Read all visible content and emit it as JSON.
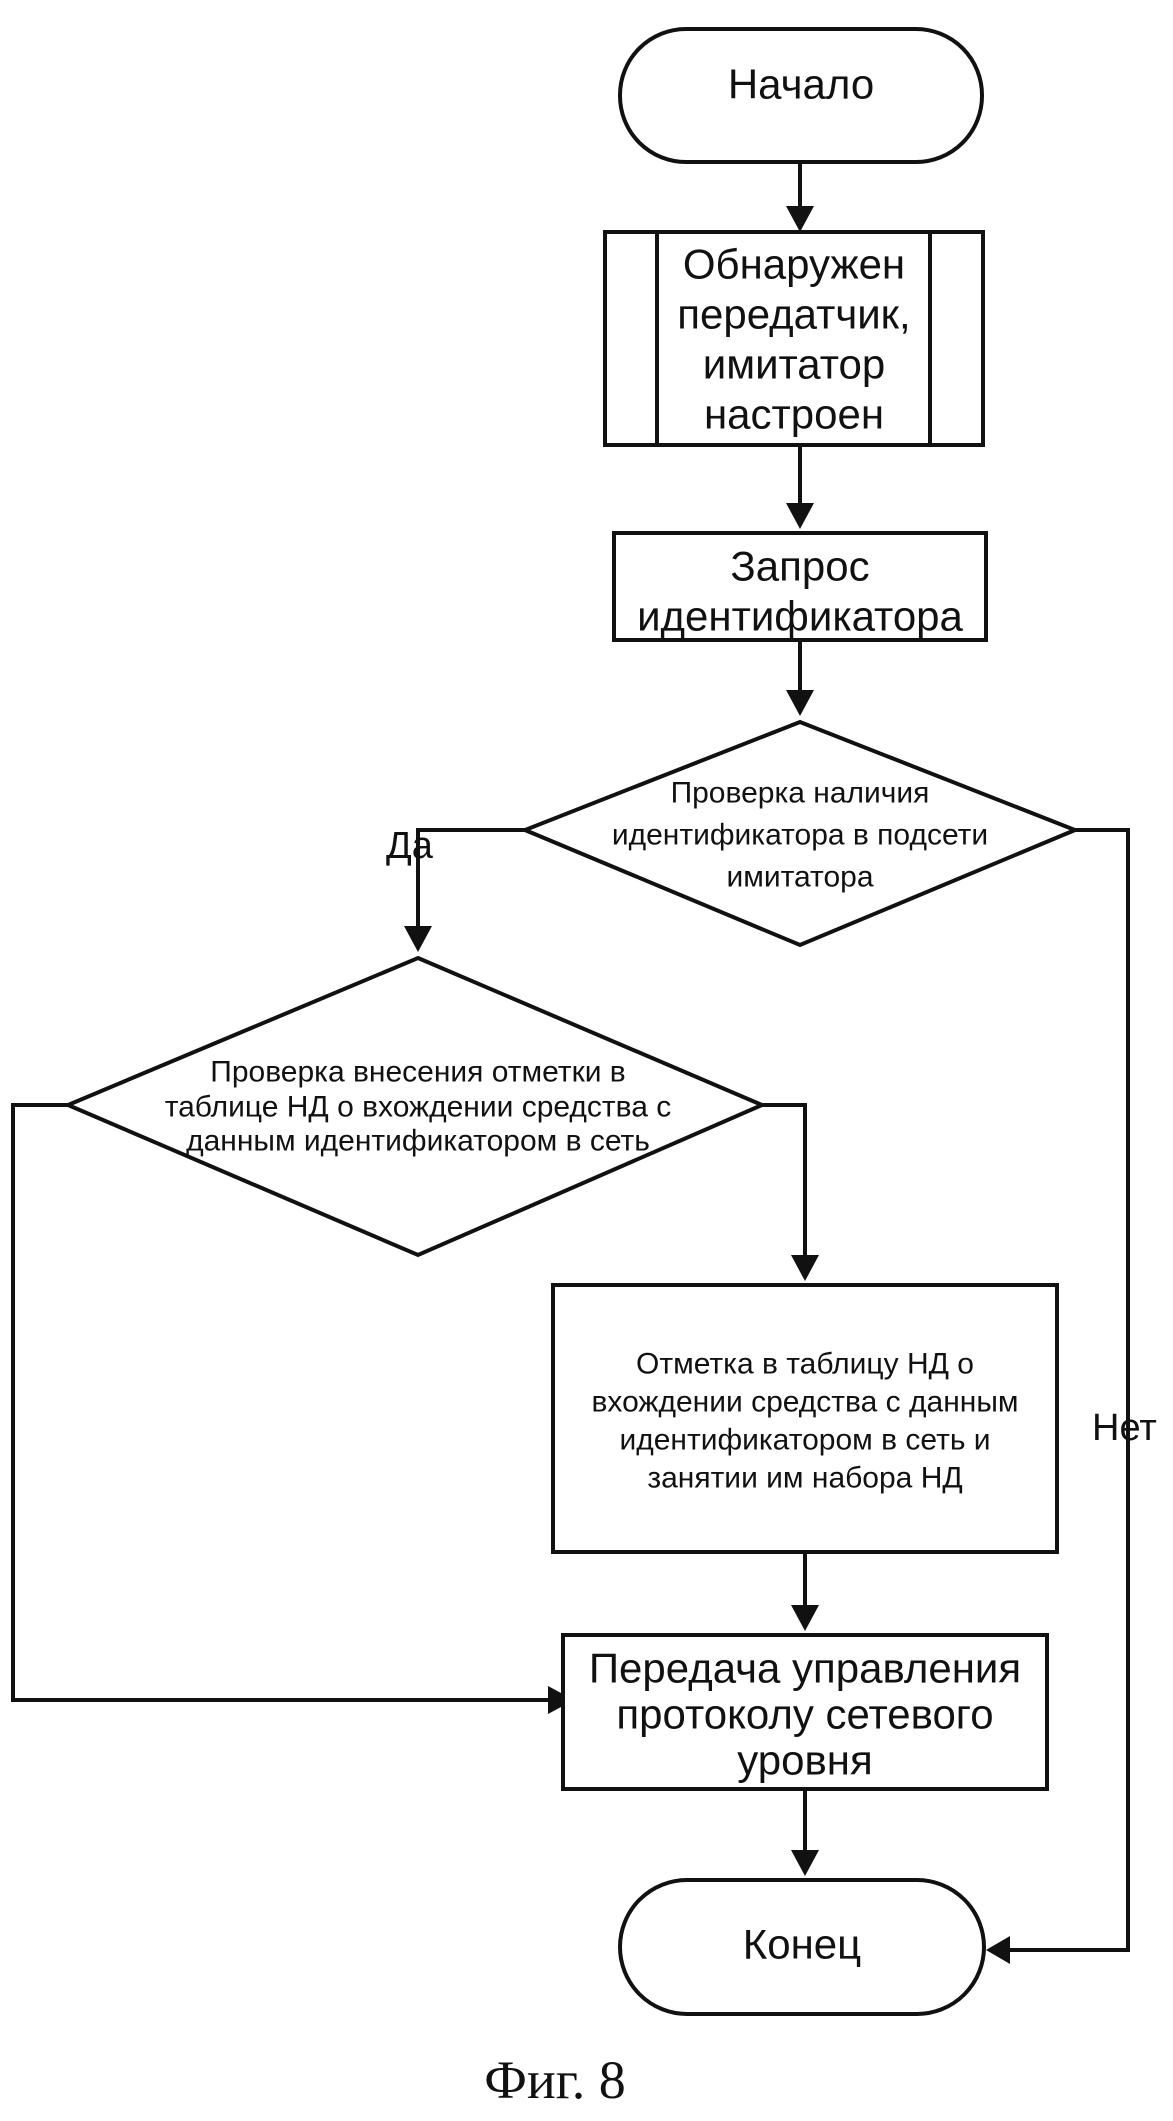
{
  "diagram": {
    "nodes": {
      "start": "Начало",
      "detected": [
        "Обнаружен",
        "передатчик,",
        "имитатор",
        "настроен"
      ],
      "request": [
        "Запрос",
        "идентификатора"
      ],
      "check_subnet": [
        "Проверка наличия",
        "идентификатора в подсети",
        "имитатора"
      ],
      "check_table": [
        "Проверка внесения отметки в",
        "таблице НД о вхождении средства с",
        "данным идентификатором в сеть"
      ],
      "mark_table": [
        "Отметка в таблицу НД о",
        "вхождении средства с данным",
        "идентификатором в сеть и",
        "занятии им набора НД"
      ],
      "transfer": [
        "Передача управления",
        "протоколу сетевого",
        "уровня"
      ],
      "end": "Конец"
    },
    "edge_labels": {
      "yes": "Да",
      "no": "Нет"
    }
  },
  "caption": "Фиг. 8"
}
